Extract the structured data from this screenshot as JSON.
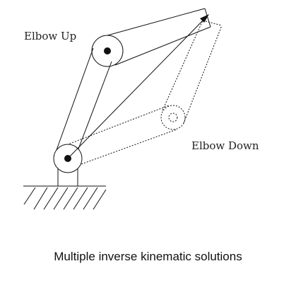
{
  "labels": {
    "elbow_up": "Elbow Up",
    "elbow_down": "Elbow Down"
  },
  "caption": "Multiple inverse kinematic solutions",
  "colors": {
    "ink": "#111111",
    "background": "#ffffff"
  }
}
